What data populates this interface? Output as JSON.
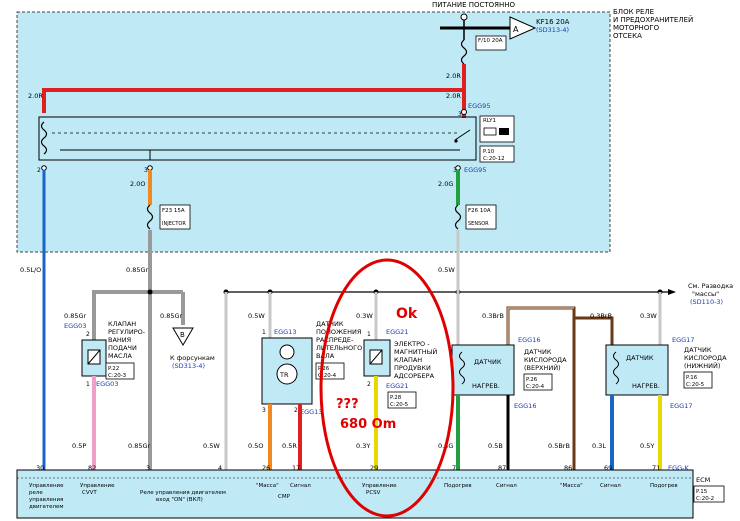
{
  "header": {
    "power_label": "ПИТАНИЕ ПОСТОЯННО",
    "fuse_top": "KF16 20A",
    "fuse_top_ref": "(SD313-4)",
    "connector_a": "A",
    "block_title_1": "БЛОК РЕЛЕ",
    "block_title_2": "И ПРЕДОХРАНИТЕЛЕЙ",
    "block_title_3": "МОТОРНОГО",
    "block_title_4": "ОТСЕКА"
  },
  "fuse_box": {
    "f_top": "F/10 20A",
    "wire_20r_a": "2.0R",
    "wire_20r_b": "2.0R",
    "wire_20r_left": "2.0R",
    "egg95_a": "EGG95",
    "relay": "RLY1",
    "p10": "P.10",
    "c20_12": "C:20-12",
    "pin2": "2",
    "pin3a": "3",
    "pin3b": "3",
    "egg95_b": "EGG95",
    "wire_20o": "2.0O",
    "wire_20g": "2.0G",
    "f23": "F23 15A",
    "injector": "INJECTOR",
    "f26": "F26 10A",
    "sensor": "SENSOR"
  },
  "wires": {
    "w05lo": "0.5L/O",
    "w085gr_a": "0.85Gr",
    "w085gr_b": "0.85Gr",
    "w085gr_c": "0.85Gr",
    "w05w_a": "0.5W",
    "w05w_b": "0.5W",
    "w03w": "0.3W",
    "w03w_b": "0.3W",
    "w03brb_a": "0.3BrB",
    "w03brb_b": "0.3BrB",
    "w05p": "0.5P",
    "w085gr_d": "0.85Gr",
    "w05w_c": "0.5W",
    "w05o": "0.5O",
    "w05r": "0.5R",
    "w03y": "0.3Y",
    "w05g": "0.5G",
    "w05b": "0.5B",
    "w05brb": "0.5BrB",
    "w03l": "0.3L",
    "w05y": "0.5Y",
    "ground_ref_1": "См. Разводка",
    "ground_ref_2": "\"массы\"",
    "ground_ref_3": "(SD110-3)"
  },
  "components": {
    "cvvt_1": "КЛАПАН",
    "cvvt_2": "РЕГУЛИРО-",
    "cvvt_3": "ВАНИЯ",
    "cvvt_4": "ПОДАЧИ",
    "cvvt_5": "МАСЛА",
    "cvvt_p": "P.22",
    "cvvt_c": "C:20-3",
    "egg03a": "EGG03",
    "egg03b": "EGG03",
    "inj_b": "B",
    "inj_1": "К форсункам",
    "inj_2": "(SD313-4)",
    "cmp_1": "ДАТЧИК",
    "cmp_2": "ПОЛОЖЕНИЯ",
    "cmp_3": "РАСПРЕДЕ-",
    "cmp_4": "ЛИТЕЛЬНОГО",
    "cmp_5": "ВАЛА",
    "cmp_p": "P.26",
    "cmp_c": "C:20-4",
    "egg13a": "EGG13",
    "egg13b": "EGG13",
    "tr": "TR",
    "pcsv_1": "ЭЛЕКТРО -",
    "pcsv_2": "МАГНИТНЫЙ",
    "pcsv_3": "КЛАПАН",
    "pcsv_4": "ПРОДУВКИ",
    "pcsv_5": "АДСОРБЕРА",
    "pcsv_p": "P.28",
    "pcsv_c": "C:20-5",
    "egg21a": "EGG21",
    "egg21b": "EGG21",
    "o2up_1": "ДАТЧИК",
    "o2up_2": "КИСЛОРОДА",
    "o2up_3": "(ВЕРХНИЙ)",
    "o2up_p": "P.26",
    "o2up_c": "C:20-4",
    "o2up_in": "ДАТЧИК",
    "o2up_heat": "НАГРЕВ.",
    "egg16a": "EGG16",
    "egg16b": "EGG16",
    "o2dn_1": "ДАТЧИК",
    "o2dn_2": "КИСЛОРОДА",
    "o2dn_3": "(НИЖНИЙ)",
    "o2dn_p": "P.16",
    "o2dn_c": "C:20-5",
    "o2dn_in": "ДАТЧИК",
    "o2dn_heat": "НАГРЕВ.",
    "egg17a": "EGG17",
    "egg17b": "EGG17"
  },
  "annotations": {
    "ok": "Ok",
    "q": "???",
    "ohm": "680 Om"
  },
  "ecm": {
    "title": "ECM",
    "p": "P.15",
    "c": "C:20-2",
    "eggk": "EGG-K",
    "pins": [
      "30",
      "82",
      "3",
      "4",
      "26",
      "17",
      "29",
      "7",
      "87",
      "86",
      "69",
      "71"
    ],
    "l_30a": "Управление",
    "l_30b": "реле",
    "l_30c": "управления",
    "l_30d": "двигателем",
    "l_82a": "Управление",
    "l_82b": "CVVT",
    "l_3a": "Реле управления двигателем",
    "l_3b": "вход \"ON\" (ВКЛ)",
    "l_26": "\"Масса\"",
    "l_17": "Сигнал",
    "l_cmp": "CMP",
    "l_29a": "Управление",
    "l_29b": "PCSV",
    "l_7": "Подогрев",
    "l_87": "Сигнал",
    "l_86": "\"Масса\"",
    "l_69": "Сигнал",
    "l_71": "Подогрев"
  }
}
